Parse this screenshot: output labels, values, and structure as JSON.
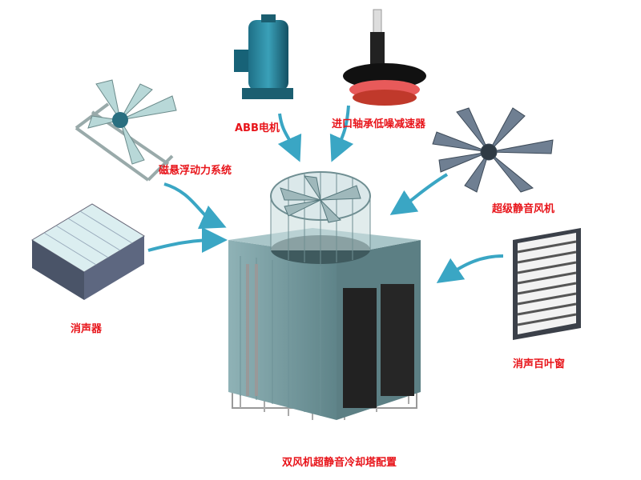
{
  "labels": {
    "motor": "ABB电机",
    "reducer": "进口轴承低噪减速器",
    "maglev": "磁悬浮动力系统",
    "fan": "超级静音风机",
    "silencer": "消声器",
    "louver": "消声百叶窗",
    "title": "双风机超静音冷却塔配置"
  },
  "colors": {
    "label": "#e8141a",
    "arrow": "#3aa6c4",
    "tower": "#7fa3a8"
  }
}
